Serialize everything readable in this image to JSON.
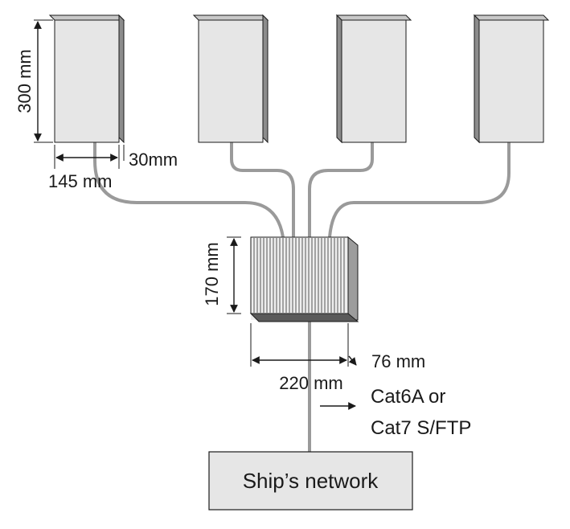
{
  "diagram": {
    "antenna_count": 4,
    "dimensions": {
      "antenna_height": "300 mm",
      "antenna_width": "145 mm",
      "antenna_depth": "30mm",
      "switch_height": "170 mm",
      "switch_width": "220 mm",
      "switch_depth": "76 mm"
    },
    "cable_note": {
      "line1": "Cat6A or",
      "line2": "Cat7 S/FTP"
    },
    "network_box": {
      "label": "Ship’s network"
    },
    "colors": {
      "panel_face": "#e6e6e6",
      "panel_side": "#8c8c8c",
      "panel_top": "#c8c8c8",
      "cable": "#9a9a9a",
      "outline": "#1a1a1a"
    }
  }
}
